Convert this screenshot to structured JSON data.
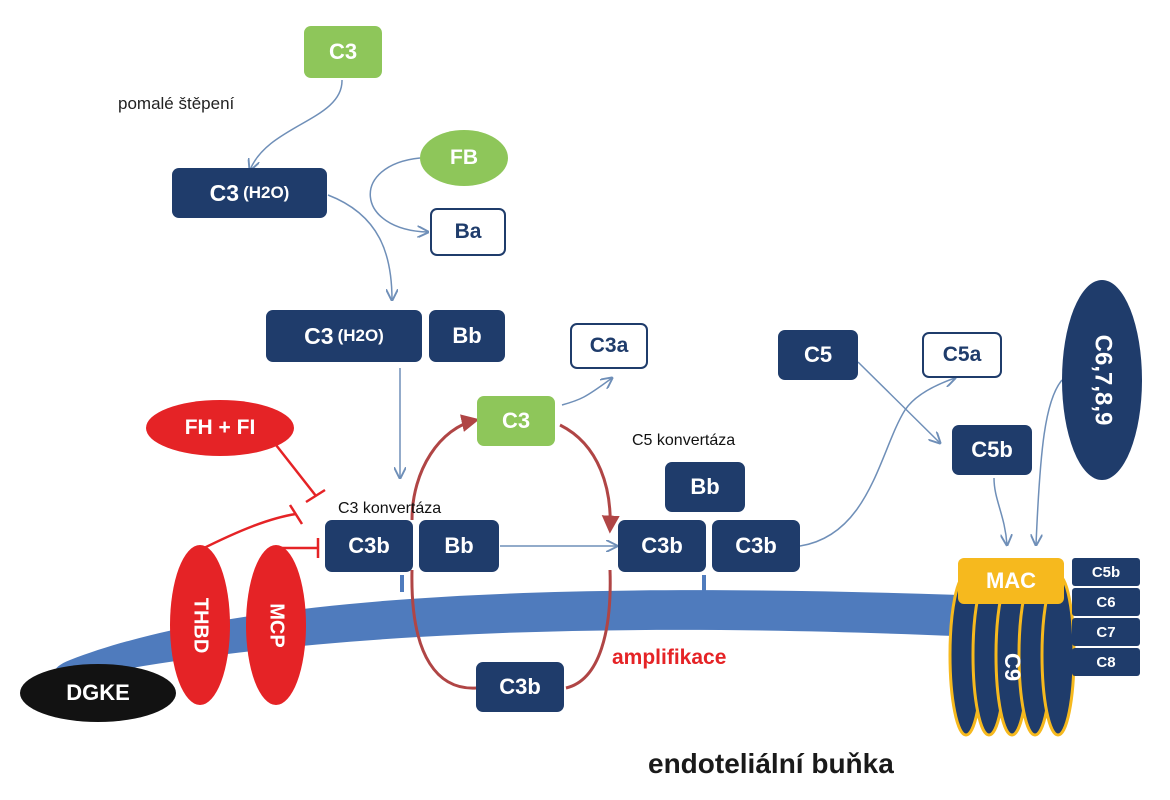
{
  "nodes": {
    "c3_top": "C3",
    "slow_cleavage": "pomalé štěpení",
    "c3_h2o_main": "C3",
    "c3_h2o_sub": "(H2O)",
    "fb": "FB",
    "ba": "Ba",
    "c3_h2o_b_main": "C3",
    "c3_h2o_b_sub": "(H2O)",
    "bb_top": "Bb",
    "c3a": "C3a",
    "c3_mid": "C3",
    "fh_fi": "FH + FI",
    "c3_convertase": "C3 konvertáza",
    "c3b_left": "C3b",
    "bb_left": "Bb",
    "thbd": "THBD",
    "mcp": "MCP",
    "dgke": "DGKE",
    "c5_convertase": "C5 konvertáza",
    "bb_c5": "Bb",
    "c3b_c5_a": "C3b",
    "c3b_c5_b": "C3b",
    "c3b_bottom": "C3b",
    "amplification": "amplifikace",
    "c5": "C5",
    "c5a": "C5a",
    "c5b": "C5b",
    "c6789": "C6,7,8,9",
    "mac": "MAC",
    "c9": "C9",
    "mac_components": [
      "C5b",
      "C6",
      "C7",
      "C8"
    ],
    "cell_label": "endoteliální buňka"
  },
  "colors": {
    "navy": "#1f3c6b",
    "green": "#8ec65a",
    "red": "#e52326",
    "dark_red_arrow": "#b04545",
    "membrane": "#4f7bbd",
    "mac_gold": "#f6b91e",
    "arrow_blue": "#6f8fb8"
  }
}
